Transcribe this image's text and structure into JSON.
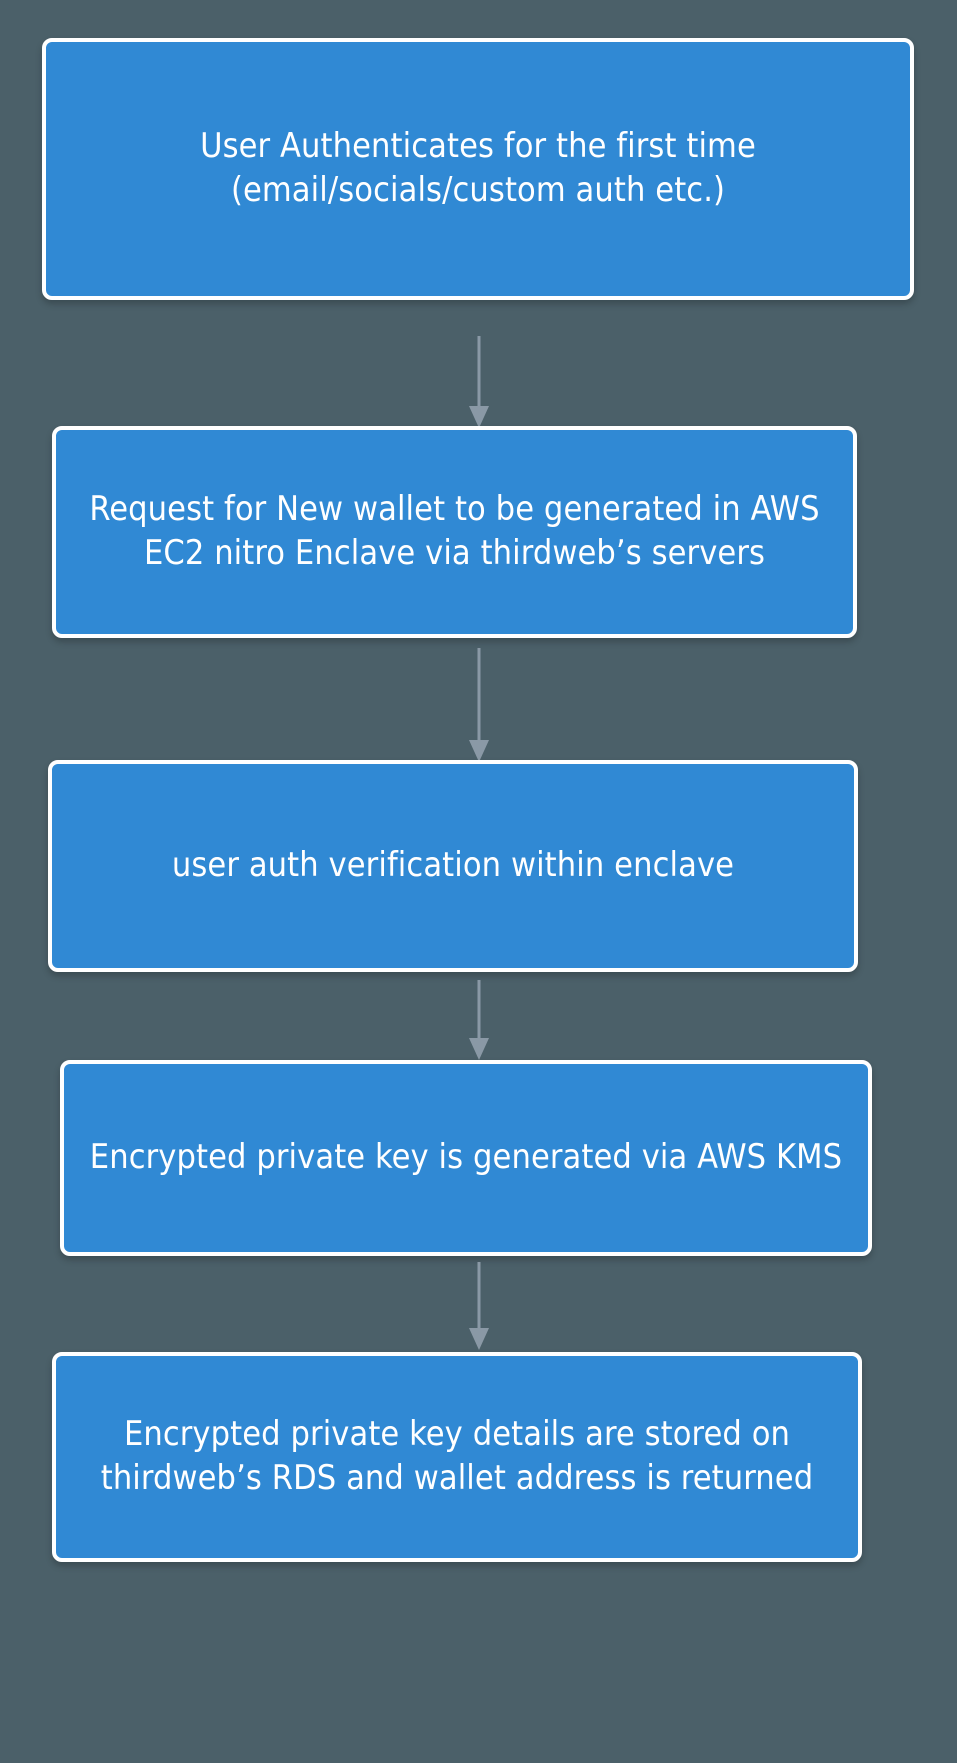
{
  "diagram": {
    "type": "flowchart",
    "orientation": "top-to-bottom",
    "background_color": "#4b6069",
    "node_fill_color": "#3089d4",
    "node_border_color": "#ffffff",
    "node_text_color": "#ffffff",
    "arrow_color": "#8a99a6",
    "nodes": [
      {
        "id": "node-1",
        "label": "User Authenticates for the first time\n(email/socials/custom auth etc.)"
      },
      {
        "id": "node-2",
        "label": "Request for New wallet to be generated in AWS EC2 nitro Enclave via thirdweb’s servers"
      },
      {
        "id": "node-3",
        "label": "user auth verification within enclave"
      },
      {
        "id": "node-4",
        "label": "Encrypted private key is generated via AWS KMS"
      },
      {
        "id": "node-5",
        "label": "Encrypted private key details are stored on thirdweb’s RDS and wallet address is returned"
      }
    ],
    "edges": [
      {
        "id": "edge-1-2",
        "from": "node-1",
        "to": "node-2"
      },
      {
        "id": "edge-2-3",
        "from": "node-2",
        "to": "node-3"
      },
      {
        "id": "edge-3-4",
        "from": "node-3",
        "to": "node-4"
      },
      {
        "id": "edge-4-5",
        "from": "node-4",
        "to": "node-5"
      }
    ]
  }
}
